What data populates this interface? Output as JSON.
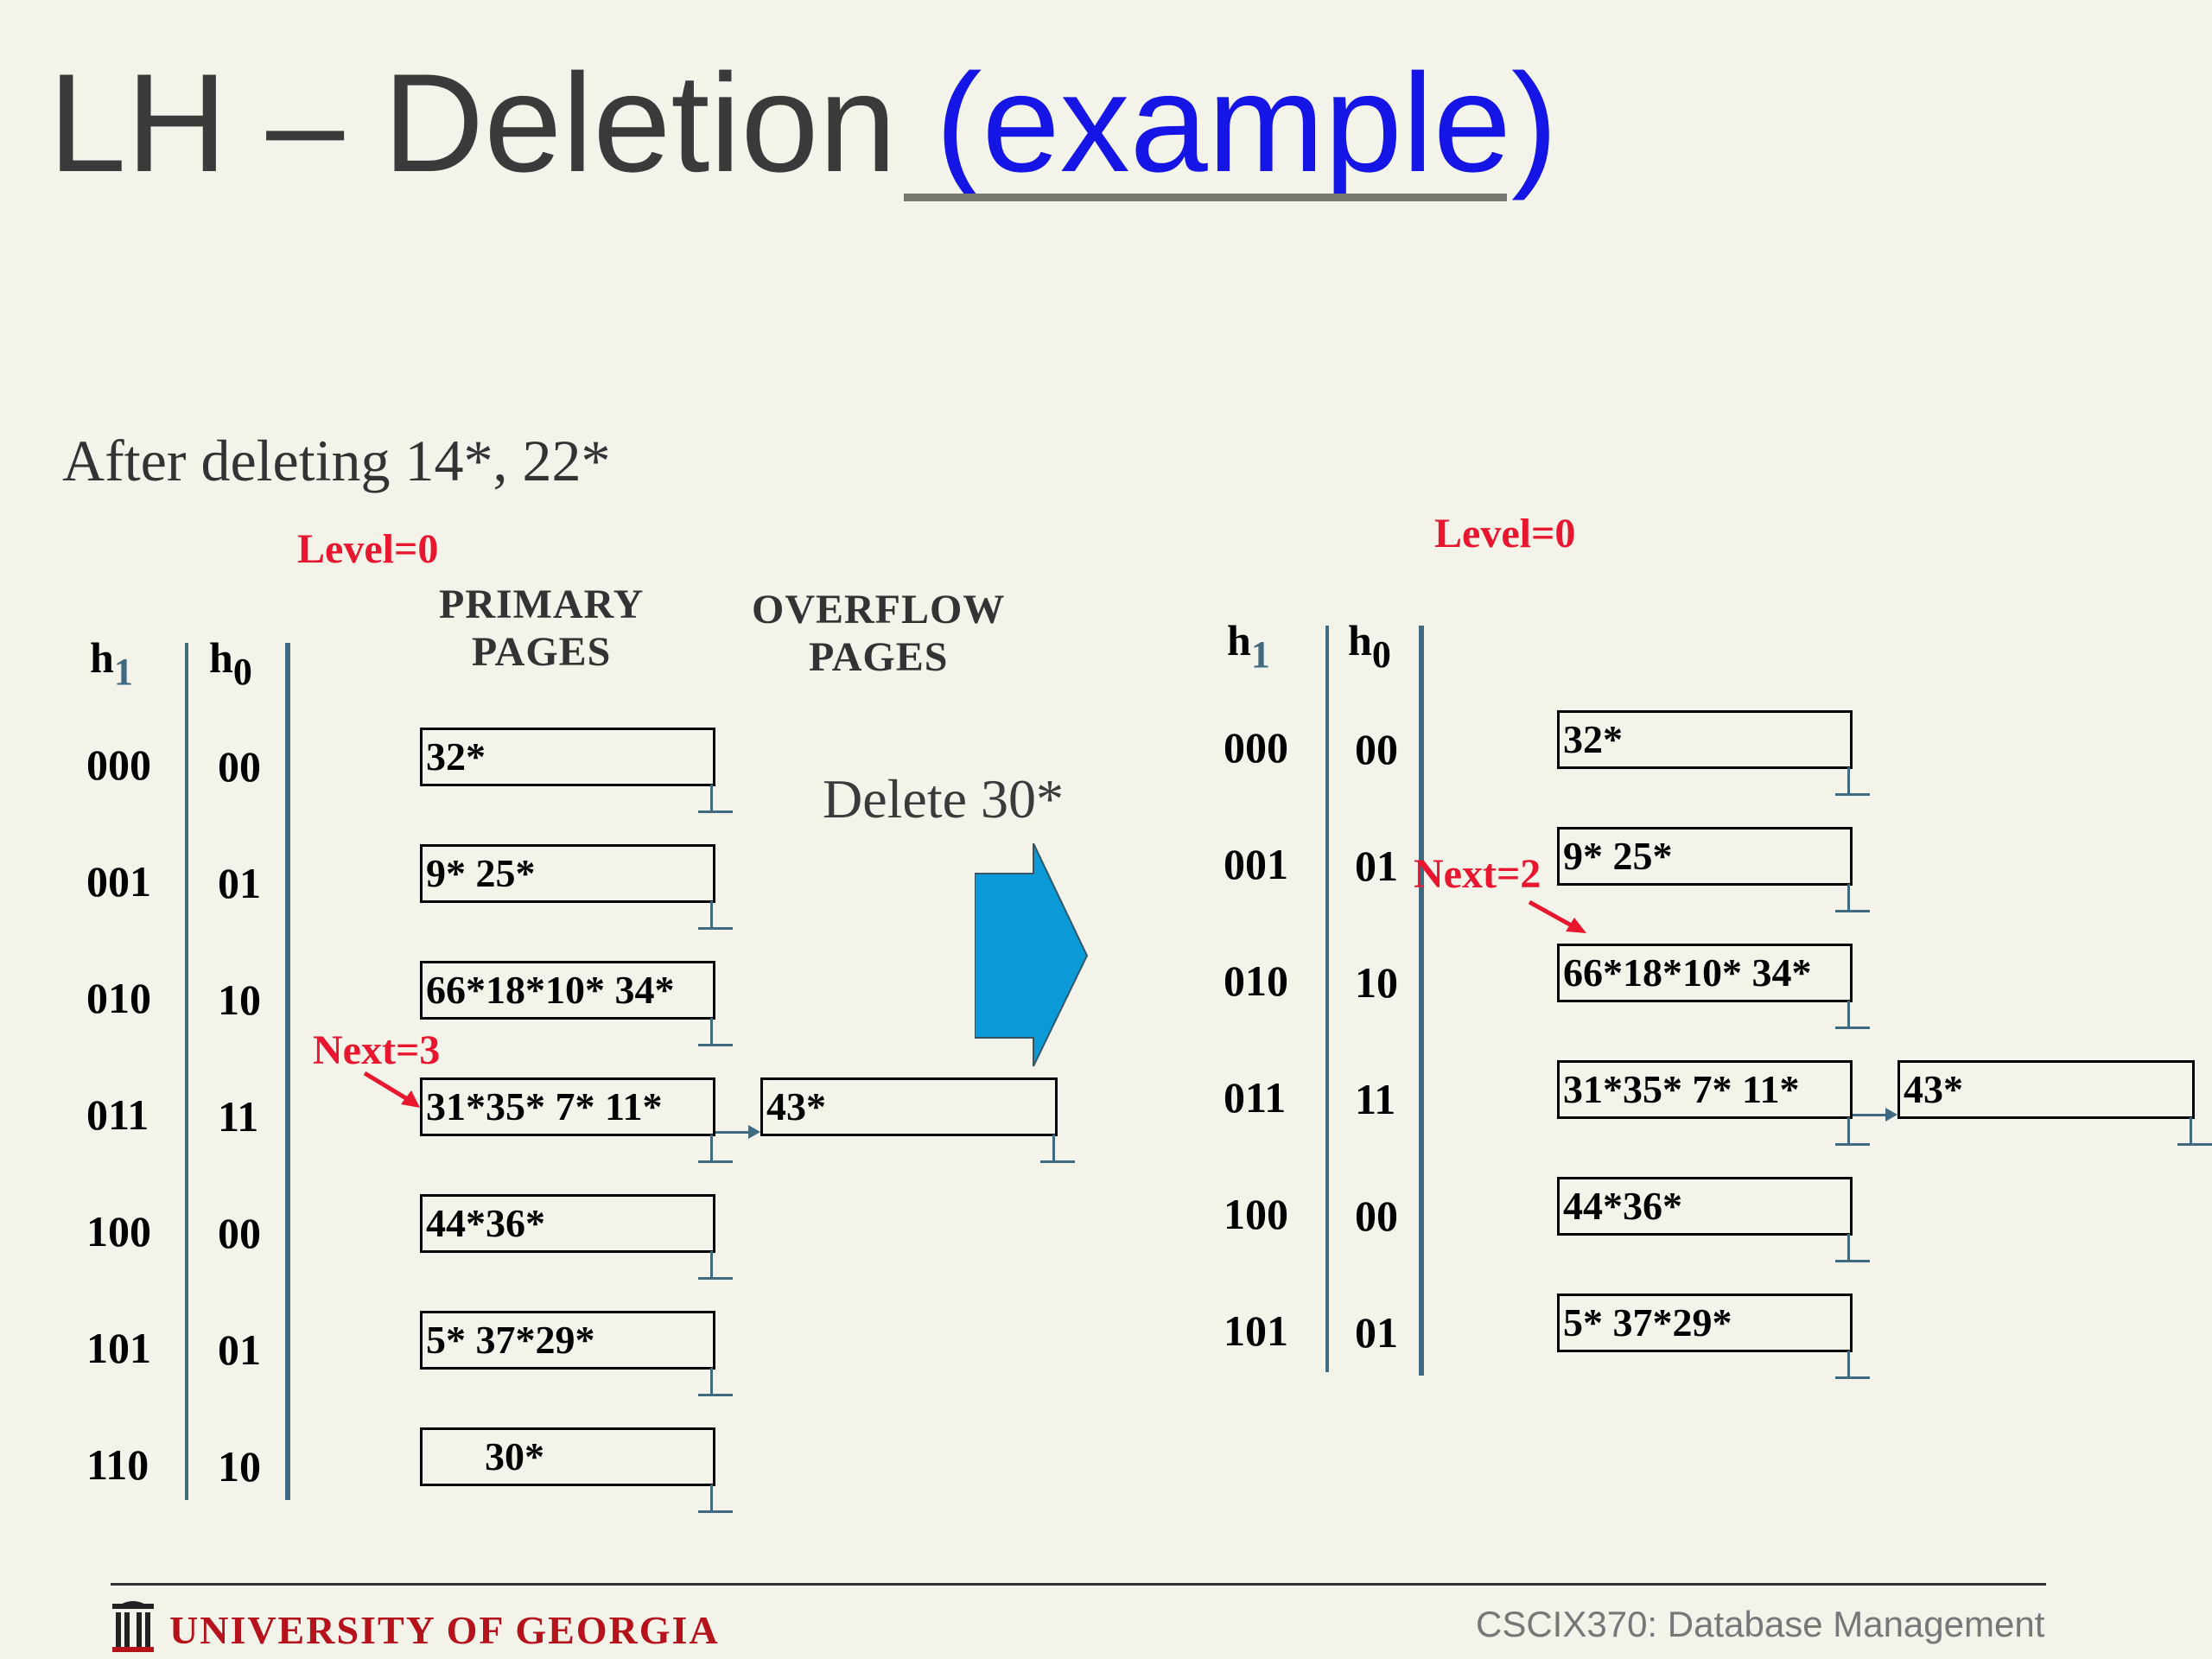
{
  "title": {
    "main": "LH – Deletion ",
    "link": "(example)"
  },
  "subtitle": "After deleting 14*, 22*",
  "left": {
    "level": "Level=0",
    "h1_label": "h",
    "h1_sub": "1",
    "h0_label": "h",
    "h0_sub": "0",
    "primary_header": [
      "PRIMARY",
      "PAGES"
    ],
    "overflow_header": [
      "OVERFLOW",
      "PAGES"
    ],
    "rows": [
      {
        "h1": "000",
        "h0": "00",
        "bucket": "32*"
      },
      {
        "h1": "001",
        "h0": "01",
        "bucket": "9* 25*"
      },
      {
        "h1": "010",
        "h0": "10",
        "bucket": "66*18*10* 34*"
      },
      {
        "h1": "011",
        "h0": "11",
        "bucket": "31*35* 7*   11*",
        "overflow": "43*"
      },
      {
        "h1": "100",
        "h0": "00",
        "bucket": "44*36*"
      },
      {
        "h1": "101",
        "h0": "01",
        "bucket": "5*  37*29*"
      },
      {
        "h1": "110",
        "h0": "10",
        "bucket": "30*"
      }
    ],
    "next": "Next=3"
  },
  "action": {
    "label": "Delete 30*",
    "arrow_color": "#0a9ad8"
  },
  "right": {
    "level": "Level=0",
    "h1_label": "h",
    "h1_sub": "1",
    "h0_label": "h",
    "h0_sub": "0",
    "rows": [
      {
        "h1": "000",
        "h0": "00",
        "bucket": "32*"
      },
      {
        "h1": "001",
        "h0": "01",
        "bucket": "9* 25*"
      },
      {
        "h1": "010",
        "h0": "10",
        "bucket": "66*18*10* 34*"
      },
      {
        "h1": "011",
        "h0": "11",
        "bucket": "31*35* 7*   11*",
        "overflow": "43*"
      },
      {
        "h1": "100",
        "h0": "00",
        "bucket": "44*36*"
      },
      {
        "h1": "101",
        "h0": "01",
        "bucket": "5*  37*29*"
      }
    ],
    "next": "Next=2"
  },
  "footer": {
    "university": "UNIVERSITY OF GEORGIA",
    "course": "CSCIX370: Database Management"
  },
  "colors": {
    "accent_red": "#e8162e",
    "link_blue": "#1515e6",
    "line_teal": "#3f6a80",
    "uga_red": "#b5121b"
  }
}
